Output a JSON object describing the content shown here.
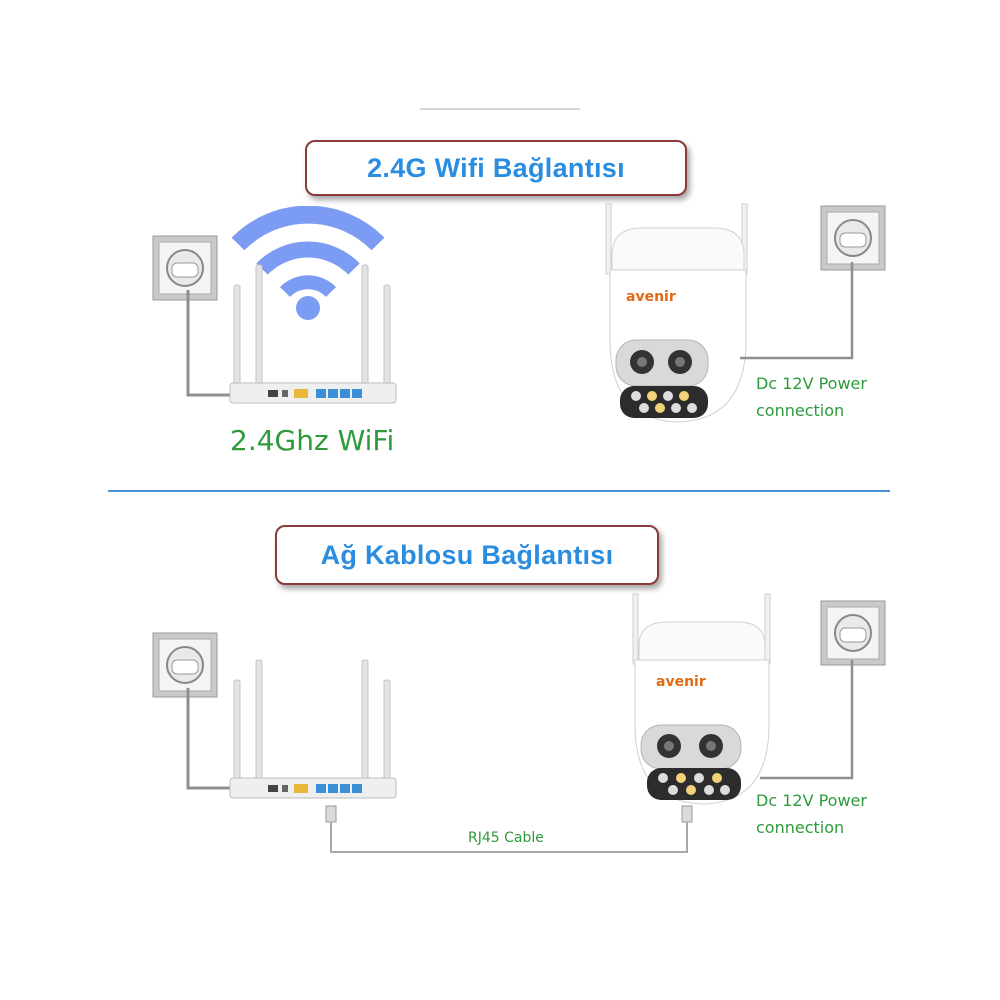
{
  "section_wifi": {
    "title": "2.4G Wifi Bağlantısı",
    "router_label": "2.4Ghz WiFi",
    "camera_brand": "avenir",
    "power_label_line1": "Dc 12V Power",
    "power_label_line2": "connection"
  },
  "section_cable": {
    "title": "Ağ Kablosu Bağlantısı",
    "cable_label": "RJ45 Cable",
    "camera_brand": "avenir",
    "power_label_line1": "Dc 12V Power",
    "power_label_line2": "connection"
  },
  "colors": {
    "title_text": "#2a8de0",
    "title_border": "#8b3a3a",
    "label_green": "#2e9a3c",
    "divider_blue": "#4a8fd4",
    "wifi_icon": "#7c9bf2",
    "brand_orange": "#e06a12"
  },
  "icons": [
    "wifi-icon",
    "power-outlet-icon",
    "router-icon",
    "security-camera-icon",
    "rj45-plug-icon"
  ]
}
